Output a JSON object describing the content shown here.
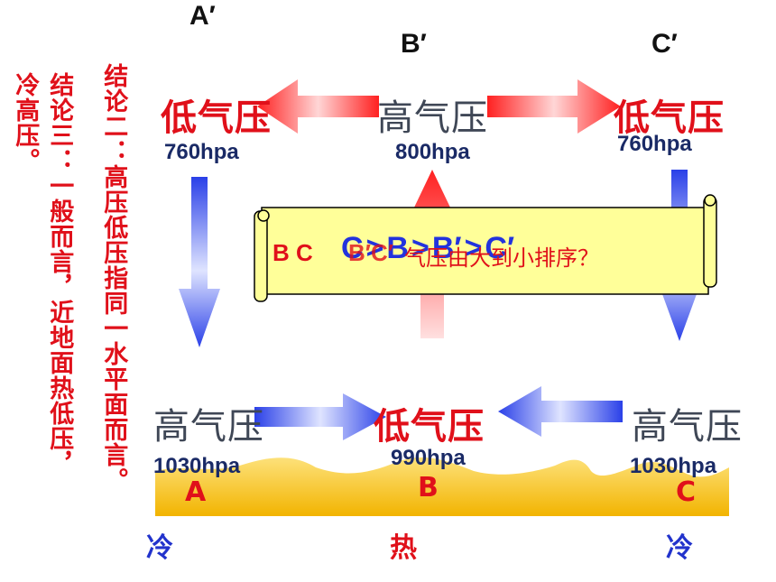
{
  "points": {
    "a_prime": "A′",
    "b_prime": "B′",
    "c_prime": "C′"
  },
  "upper": {
    "left_pressure": "低气压",
    "left_hpa": "760hpa",
    "mid_pressure": "高气压",
    "mid_hpa": "800hpa",
    "right_pressure": "低气压",
    "right_hpa": "760hpa"
  },
  "lower": {
    "left_pressure": "高气压",
    "left_hpa": "1030hpa",
    "mid_pressure": "低气压",
    "mid_hpa": "990hpa",
    "right_pressure": "高气压",
    "right_hpa": "1030hpa"
  },
  "ground": {
    "a": "A",
    "b": "B",
    "c": "C"
  },
  "temperature": {
    "left": "冷",
    "mid": "热",
    "right": "冷"
  },
  "conclusions": {
    "two": "结论二：高压低压指同一水平面而言。",
    "three_line1": "结论三：一般而言，近地面热低压，",
    "three_line2": "冷高压。"
  },
  "scroll": {
    "prefix": "B  C",
    "answer": [
      "C",
      ">",
      "B",
      ">",
      "B′",
      ">",
      "C′"
    ],
    "overlay_answer": "B′C′",
    "question": "气压由大到小排序？"
  },
  "colors": {
    "red": "#e0101a",
    "blue": "#2233dd",
    "ground": "#f6c21a",
    "scroll": "#ffff99"
  }
}
